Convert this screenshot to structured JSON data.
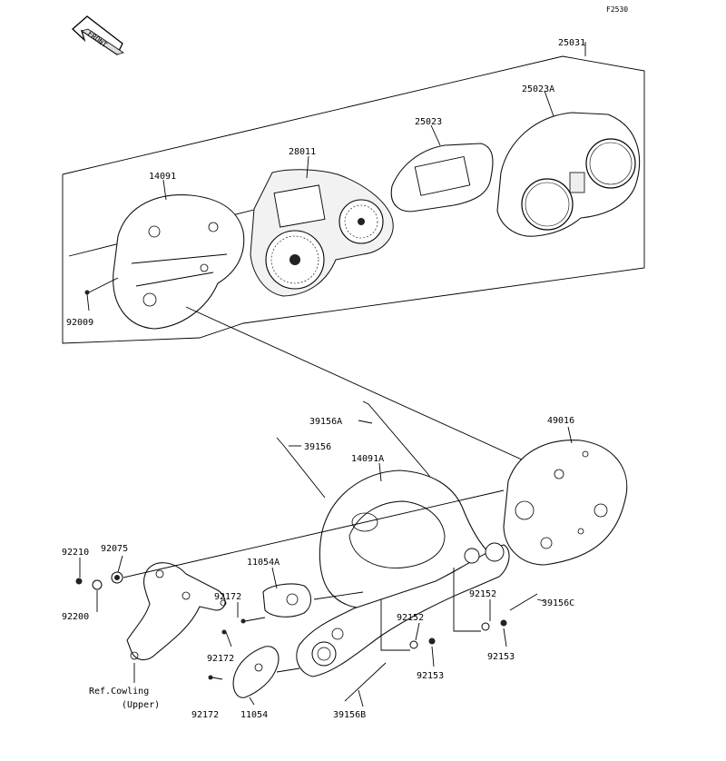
{
  "figure_code": "F2530",
  "direction_label": "FRONT",
  "labels": {
    "p25031": "25031",
    "p25023A": "25023A",
    "p25023": "25023",
    "p28011": "28011",
    "p14091": "14091",
    "p92009": "92009",
    "p39156A": "39156A",
    "p39156": "39156",
    "p14091A": "14091A",
    "p49016": "49016",
    "p92075": "92075",
    "p92210": "92210",
    "p92200": "92200",
    "p11054A": "11054A",
    "p92172a": "92172",
    "p92172b": "92172",
    "p92172c": "92172",
    "p11054": "11054",
    "p92152a": "92152",
    "p92152b": "92152",
    "p39156C": "39156C",
    "p92153a": "92153",
    "p92153b": "92153",
    "p39156B": "39156B",
    "ref_line1": "Ref.Cowling",
    "ref_line2": "(Upper)"
  }
}
